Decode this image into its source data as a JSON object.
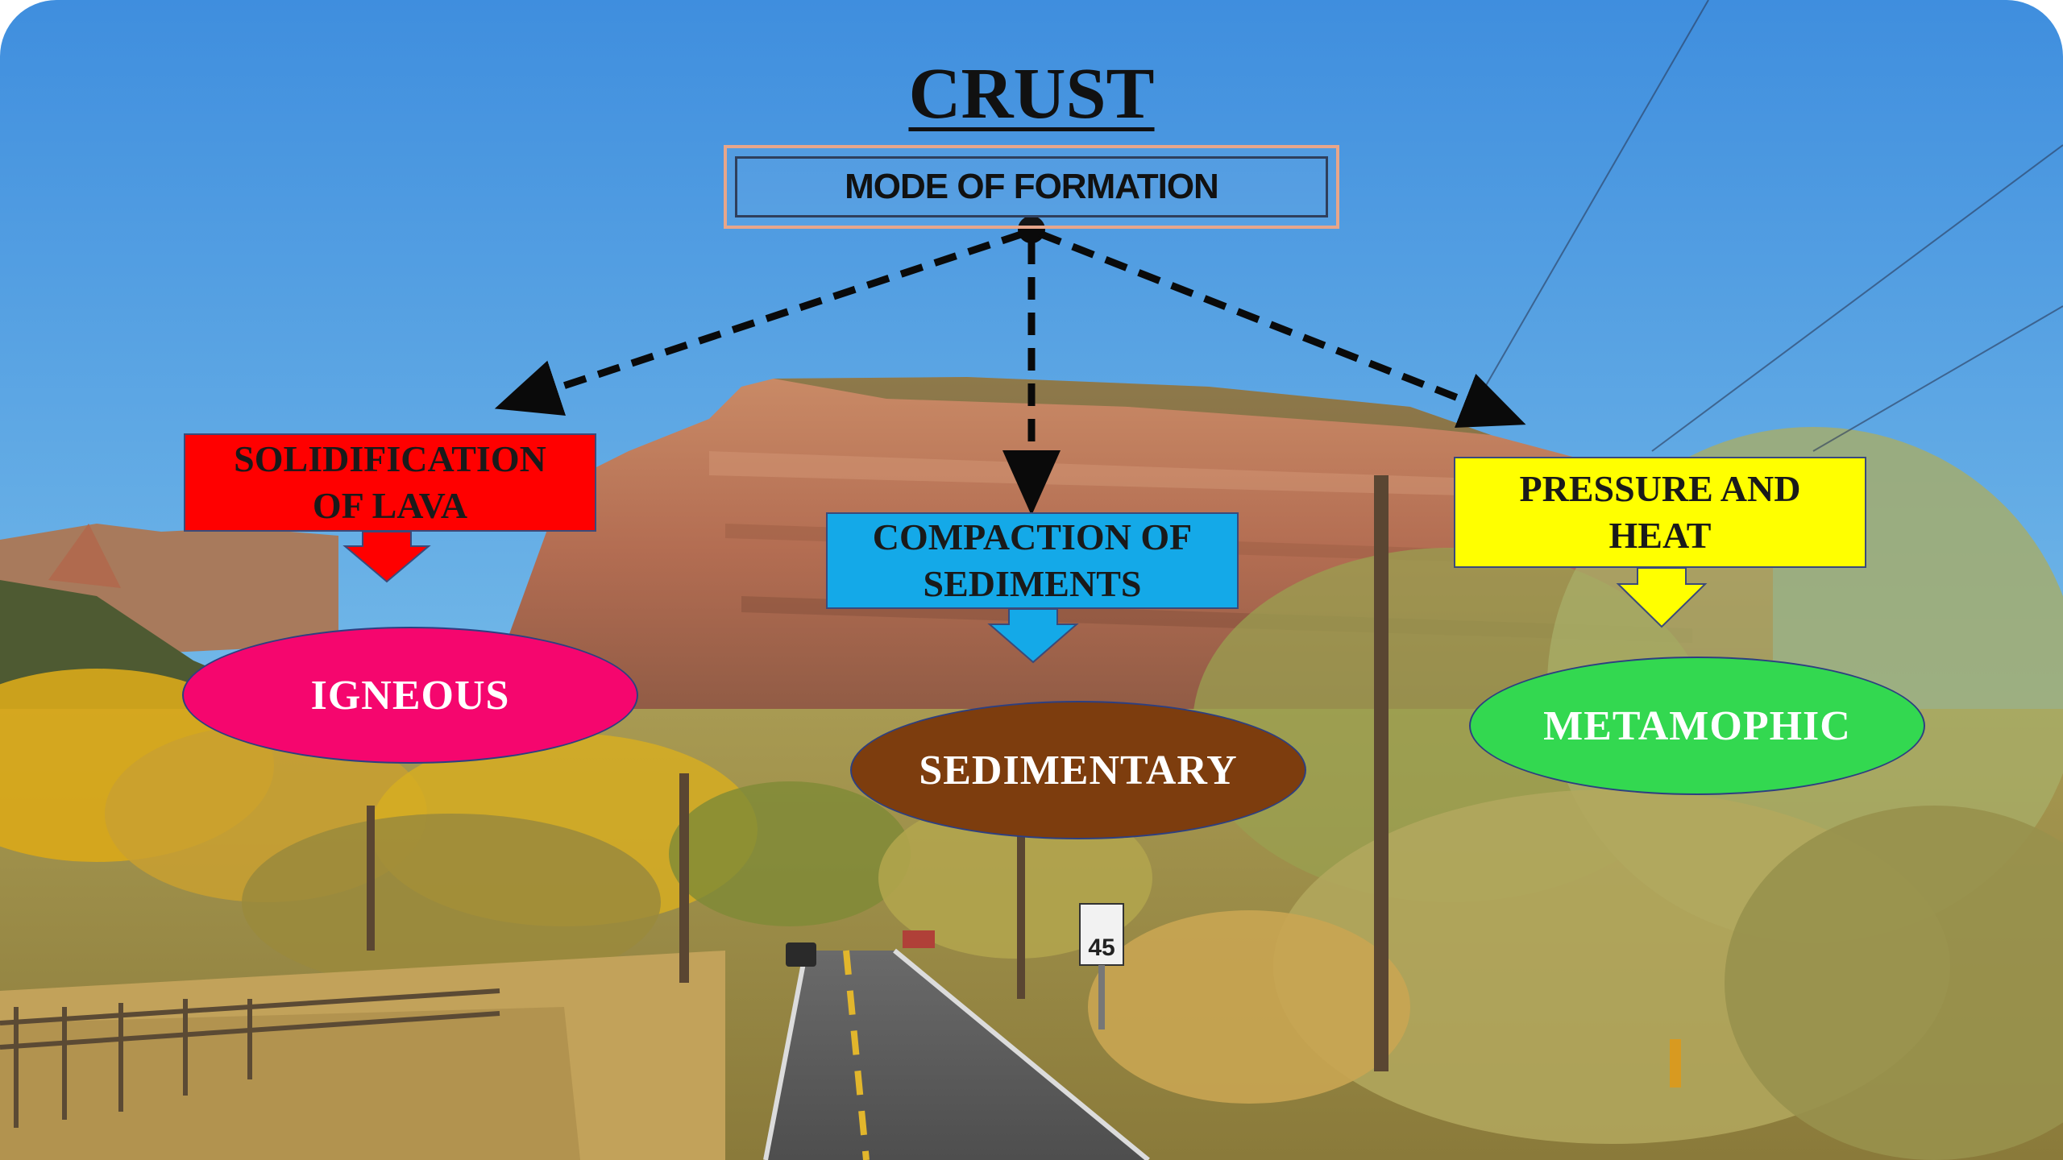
{
  "diagram": {
    "title": "CRUST",
    "mode": "MODE OF FORMATION",
    "processes": [
      {
        "label": "SOLIDIFICATION\nOF LAVA",
        "color": "#ff0000"
      },
      {
        "label": "COMPACTION OF\nSEDIMENTS",
        "color": "#14a9e8"
      },
      {
        "label": "PRESSURE AND\nHEAT",
        "color": "#ffff00"
      }
    ],
    "rocks": [
      {
        "label": "IGNEOUS",
        "color": "#f5066e"
      },
      {
        "label": "SEDIMENTARY",
        "color": "#7d3d0e"
      },
      {
        "label": "METAMOPHIC",
        "color": "#33d850"
      }
    ],
    "edges": [
      {
        "from": "MODE OF FORMATION",
        "to": "SOLIDIFICATION OF LAVA"
      },
      {
        "from": "MODE OF FORMATION",
        "to": "COMPACTION OF SEDIMENTS"
      },
      {
        "from": "MODE OF FORMATION",
        "to": "PRESSURE AND HEAT"
      },
      {
        "from": "SOLIDIFICATION OF LAVA",
        "to": "IGNEOUS"
      },
      {
        "from": "COMPACTION OF SEDIMENTS",
        "to": "SEDIMENTARY"
      },
      {
        "from": "PRESSURE AND HEAT",
        "to": "METAMOPHIC"
      }
    ]
  },
  "background": {
    "sign_value": "45"
  }
}
